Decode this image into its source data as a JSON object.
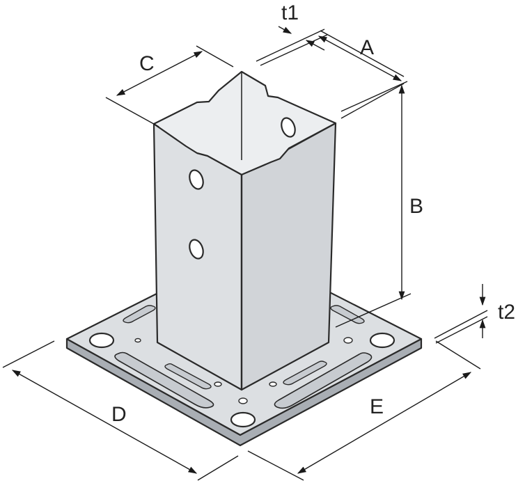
{
  "labels": {
    "a": "A",
    "b": "B",
    "c": "C",
    "d": "D",
    "e": "E",
    "t1": "t1",
    "t2": "t2"
  },
  "colors": {
    "plate_top": "#dcdfe2",
    "plate_edge": "#a9aeb4",
    "post_left_face": "#dde0e3",
    "post_right_face": "#d1d4d8",
    "post_inner": "#eceef0",
    "line": "#1a1a1a"
  }
}
